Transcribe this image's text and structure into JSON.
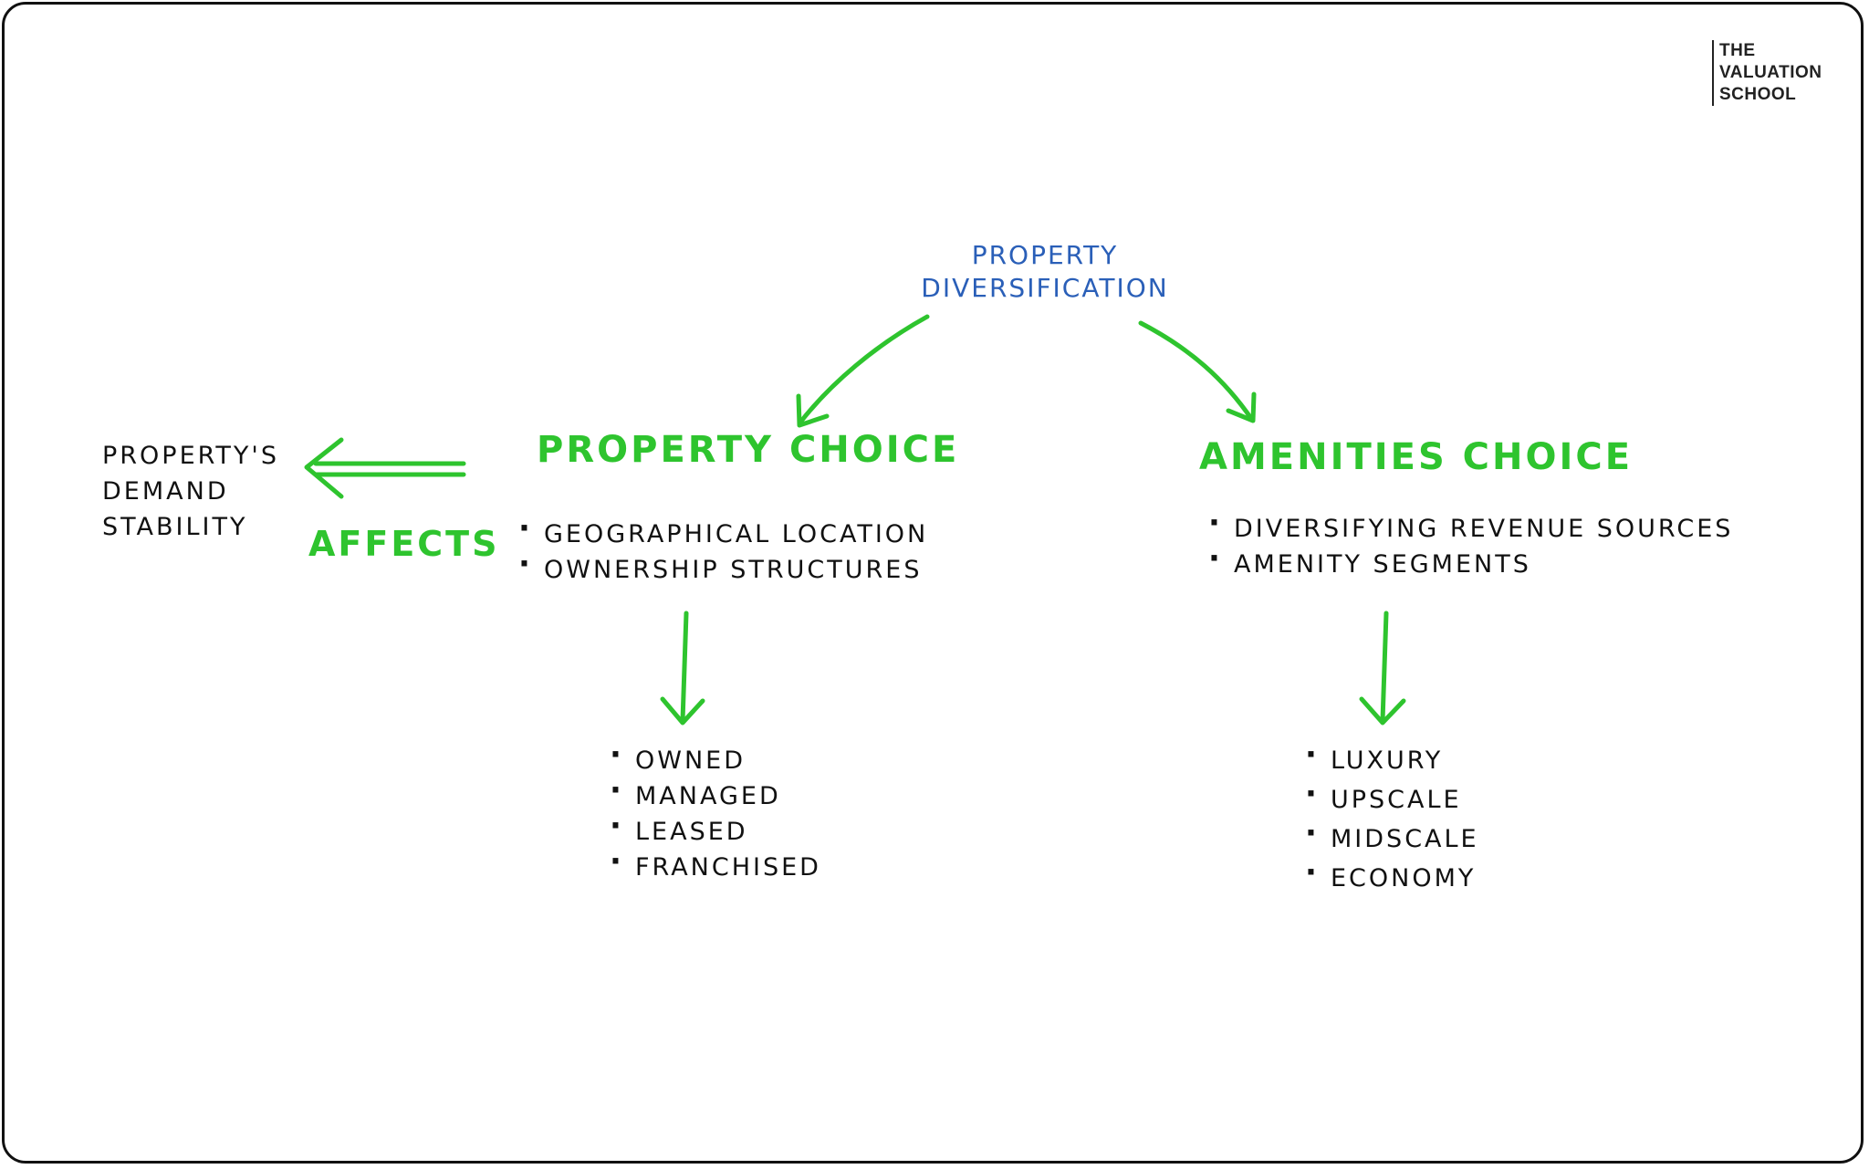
{
  "logo": {
    "line1": "THE",
    "line2": "VALUATION",
    "line3": "SCHOOL"
  },
  "root": {
    "line1": "PROPERTY",
    "line2": "DIVERSIFICATION"
  },
  "property_choice": {
    "title": "PROPERTY CHOICE",
    "bullets": [
      "GEOGRAPHICAL LOCATION",
      "OWNERSHIP STRUCTURES"
    ],
    "sub_bullets": [
      "OWNED",
      "MANAGED",
      "LEASED",
      "FRANCHISED"
    ]
  },
  "amenities_choice": {
    "title": "AMENITIES CHOICE",
    "bullets": [
      "DIVERSIFYING REVENUE SOURCES",
      "AMENITY SEGMENTS"
    ],
    "sub_bullets": [
      "LUXURY",
      "UPSCALE",
      "MIDSCALE",
      "ECONOMY"
    ]
  },
  "effect": {
    "label": "AFFECTS",
    "target_line1": "PROPERTY'S",
    "target_line2": "DEMAND",
    "target_line3": "STABILITY"
  },
  "colors": {
    "root_text": "#2a5fb8",
    "heading": "#2ec42e",
    "arrow": "#2ec42e",
    "body_text": "#111111"
  }
}
